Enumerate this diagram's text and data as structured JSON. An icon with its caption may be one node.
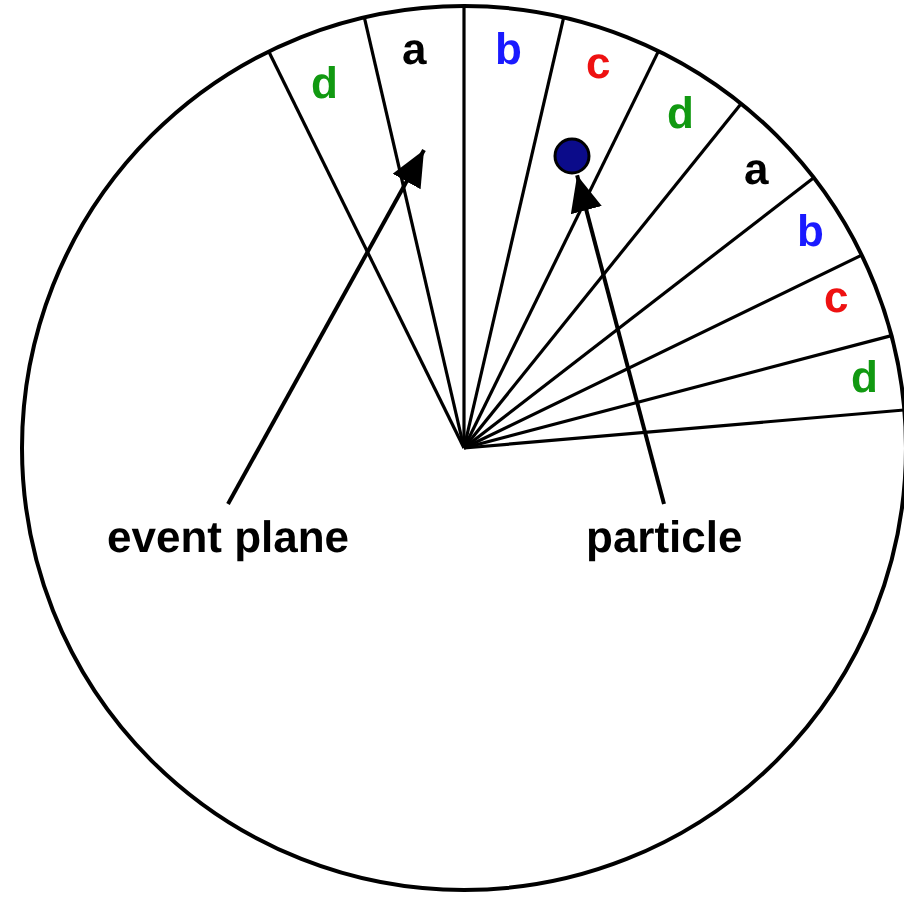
{
  "diagram": {
    "nodes": [
      {
        "text": [
          "event plane"
        ]
      },
      {
        "text": [
          "particle"
        ]
      },
      {
        "text": [],
        "shape": "circle"
      }
    ],
    "edges": [
      {
        "from": 0,
        "to": null,
        "arrow": "to"
      },
      {
        "from": 1,
        "to": 2,
        "arrow": "to"
      }
    ],
    "labels": [
      "d",
      "a",
      "b",
      "c",
      "d",
      "a",
      "b",
      "c",
      "d"
    ]
  }
}
